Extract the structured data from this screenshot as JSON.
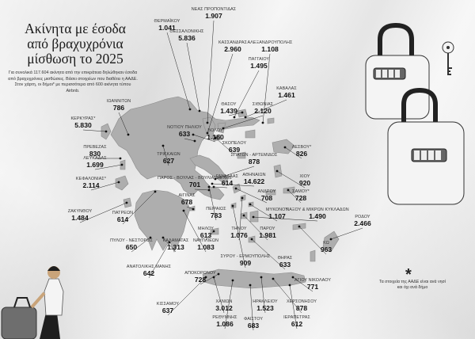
{
  "header": {
    "title_lines": [
      "Ακίνητα με έσοδα",
      "από βραχυχρόνια",
      "μίσθωση το 2025"
    ],
    "intro": "Για συνολικά 117.604 ακίνητα από την επικράτεια δηλώθηκαν έσοδα από βραχυχρόνιες μισθώσεις. Βάσει στοιχείων που διαθέτει η ΑΑΔΕ. Στον χάρτη, οι δήμοι* με περισσότερα από 600 ακίνητα τύπου Airbnb."
  },
  "footnote": {
    "mark": "*",
    "text": "Τα στοιχεία της ΑΑΔΕ είναι ανά νησί και όχι ανά δήμο"
  },
  "colors": {
    "land": "#aeaeae",
    "line": "#222222",
    "dot": "#111111",
    "lock_body": "#f4f4f4"
  },
  "icons": [
    "padlock-icon",
    "key-icon",
    "traveler-with-suitcase-icon"
  ],
  "municipalities": [
    {
      "name": "ΝΕΑΣ ΠΡΟΠΟΝΤΙΔΑΣ",
      "value": "1.907"
    },
    {
      "name": "ΘΕΡΜΑΪΚΟΥ",
      "value": "1.041"
    },
    {
      "name": "ΘΕΣΣΑΛΟΝΙΚΗΣ",
      "value": "5.836"
    },
    {
      "name": "ΚΑΣΣΑΝΔΡΑΣ",
      "value": "2.960"
    },
    {
      "name": "ΑΛΕΞΑΝΔΡΟΥΠΟΛΗΣ",
      "value": "1.108"
    },
    {
      "name": "ΠΑΓΓΑΙΟΥ",
      "value": "1.495"
    },
    {
      "name": "ΚΑΒΑΛΑΣ",
      "value": "1.461"
    },
    {
      "name": "ΘΑΣΟΥ",
      "value": "1.439"
    },
    {
      "name": "ΣΙΘΩΝΙΑΣ",
      "value": "2.120"
    },
    {
      "name": "ΙΩΑΝΝΙΤΩΝ",
      "value": "786"
    },
    {
      "name": "ΚΕΡΚΥΡΑΣ*",
      "value": "5.830"
    },
    {
      "name": "ΝΟΤΙΟΥ ΠΗΛΙΟΥ",
      "value": "633"
    },
    {
      "name": "ΒΟΛΟΥ",
      "value": "1.160"
    },
    {
      "name": "ΣΚΟΠΕΛΟΥ",
      "value": "639"
    },
    {
      "name": "ΠΡΕΒΕΖΑΣ",
      "value": "830"
    },
    {
      "name": "ΛΕΥΚΑΔΑΣ",
      "value": "1.699"
    },
    {
      "name": "ΤΡΙΚΚΑΙΩΝ",
      "value": "627"
    },
    {
      "name": "ΣΠΑΤΩΝ - ΑΡΤΕΜΙΔΟΣ",
      "value": "878"
    },
    {
      "name": "ΛΕΣΒΟΥ*",
      "value": "826"
    },
    {
      "name": "ΚΕΦΑΛΟΝΙΑΣ*",
      "value": "2.114"
    },
    {
      "name": "ΠΑΡΟΣ - ΒΟΥΛΑΣ - ΒΟΥΛΙΑΓΜΕΝΗΣ",
      "value": "701"
    },
    {
      "name": "ΓΛΥΦΑΔΑΣ",
      "value": "614"
    },
    {
      "name": "ΑΘΗΝΑΙΩΝ",
      "value": "14.622"
    },
    {
      "name": "ΧΙΟΥ",
      "value": "920"
    },
    {
      "name": "ΣΑΜΟΥ*",
      "value": "728"
    },
    {
      "name": "ΑΙΓΙΝΑΣ",
      "value": "678"
    },
    {
      "name": "ΠΕΙΡΑΙΩΣ",
      "value": "783"
    },
    {
      "name": "ΑΝΔΡΟΥ",
      "value": "708"
    },
    {
      "name": "ΖΑΚΥΝΘΟΥ",
      "value": "1.484"
    },
    {
      "name": "ΠΑΤΡΕΩΝ",
      "value": "614"
    },
    {
      "name": "ΜΥΚΟΝΟΥ",
      "value": "1.107"
    },
    {
      "name": "ΝΑΞΟΥ & ΜΙΚΡΩΝ ΚΥΚΛΑΔΩΝ",
      "value": "1.490"
    },
    {
      "name": "ΡΟΔΟΥ",
      "value": "2.466"
    },
    {
      "name": "ΠΥΛΟΥ - ΝΕΣΤΟΡΟΣ",
      "value": "650"
    },
    {
      "name": "ΜΗΛΟΥ",
      "value": "613"
    },
    {
      "name": "ΤΗΝΟΥ",
      "value": "1.076"
    },
    {
      "name": "ΠΑΡΟΥ",
      "value": "1.981"
    },
    {
      "name": "ΚΩ",
      "value": "963"
    },
    {
      "name": "ΚΑΛΑΜΑΤΑΣ",
      "value": "1.313"
    },
    {
      "name": "ΝΑΥΠΛΙΕΩΝ",
      "value": "1.083"
    },
    {
      "name": "ΣΥΡΟΥ - ΕΡΜΟΥΠΟΛΗΣ",
      "value": "909"
    },
    {
      "name": "ΘΗΡΑΣ",
      "value": "633"
    },
    {
      "name": "ΑΝΑΤΟΛΙΚΗΣ ΜΑΝΗΣ",
      "value": "642"
    },
    {
      "name": "ΑΠΟΚΟΡΩΝΟΥ",
      "value": "728"
    },
    {
      "name": "ΑΓΙΟΥ ΝΙΚΟΛΑΟΥ",
      "value": "771"
    },
    {
      "name": "ΚΙΣΣΑΜΟΥ",
      "value": "637"
    },
    {
      "name": "ΧΑΝΙΩΝ",
      "value": "3.012"
    },
    {
      "name": "ΗΡΑΚΛΕΙΟΥ",
      "value": "1.523"
    },
    {
      "name": "ΧΕΡΣΟΝΗΣΟΥ",
      "value": "878"
    },
    {
      "name": "ΡΕΘΥΜΝΗΣ",
      "value": "1.086"
    },
    {
      "name": "ΦΑΙΣΤΟΥ",
      "value": "683"
    },
    {
      "name": "ΙΕΡΑΠΕΤΡΑΣ",
      "value": "612"
    }
  ]
}
